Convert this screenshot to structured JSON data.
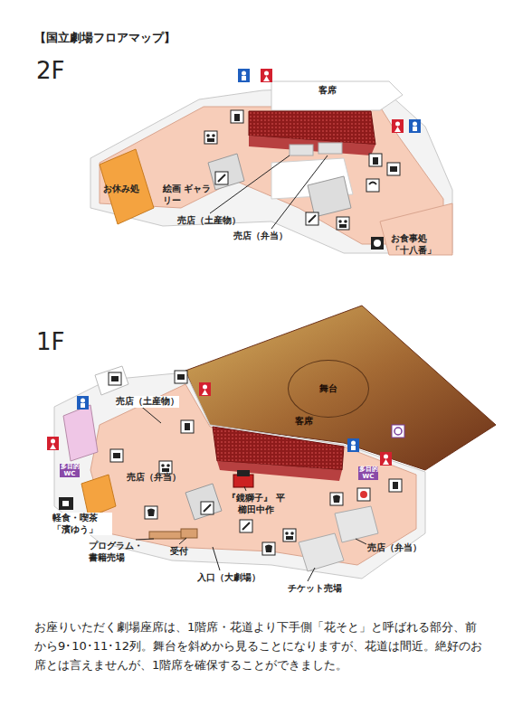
{
  "diagram": {
    "title": "【国立劇場フロアマップ】",
    "caption": "お座りいただく劇場座席は、1階席・花道より下手側「花そと」と呼ばれる部分、前から9･10･11･12列。舞台を斜めから見ることになりますが、花道は間近。絶好のお席とは言えませんが、1階席を確保することができました。",
    "nodes": [
      {
        "text": [
          "舞台"
        ]
      }
    ],
    "labels": [
      "2F",
      "客席",
      "お休み処",
      "絵画 ギャラリー",
      "売店（土産物）",
      "売店（弁当）",
      "お食事処 「十八番」",
      "1F",
      "客席",
      "売店（土産物）",
      "売店（弁当）",
      "軽食・喫茶 「濱ゆう」",
      "『鏡獅子』 平櫛田中作",
      "プログラム・ 書籍売場",
      "受付",
      "入口（大劇場）",
      "チケット売場",
      "売店（弁当）",
      "多目的 WC",
      "多目的 WC"
    ]
  }
}
